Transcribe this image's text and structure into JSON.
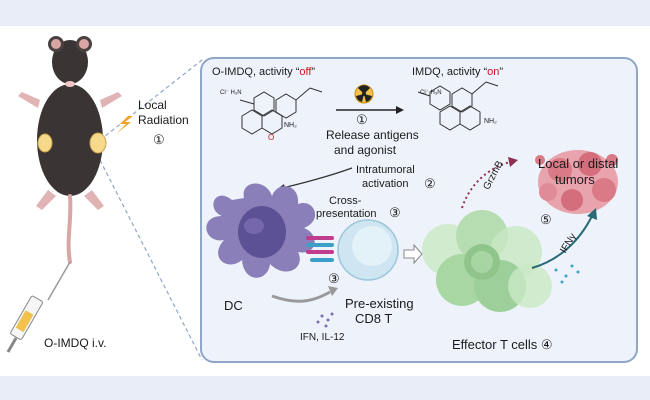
{
  "mouse": {
    "local_radiation": "Local\nRadiation",
    "step_one": "①",
    "injection_label": "O-IMDQ i.v."
  },
  "panel": {
    "oimdq_prefix": "O-IMDQ, activity “",
    "oimdq_state": "off",
    "oimdq_suffix": "”",
    "imdq_prefix": "IMDQ, activity “",
    "imdq_state": "on",
    "imdq_suffix": "”",
    "step1": "①",
    "release": "Release antigens",
    "release2": "and agonist",
    "intratumoral": "Intratumoral",
    "activation": "activation",
    "step2": "②",
    "cross": "Cross-",
    "presentation": "presentation",
    "step3a": "③",
    "step3b": "③",
    "dc": "DC",
    "preexisting": "Pre-existing",
    "cd8": "CD8 T",
    "cytokines": "IFN, IL-12",
    "effector": "Effector T cells",
    "step4": "④",
    "grzmb": "GrzmB",
    "ifng": "IFNγ",
    "step5": "⑤",
    "tumor1": "Local or distal",
    "tumor2": "tumors",
    "chem_nh2": "NH₂",
    "chem_o": "O",
    "chem_cl": "Cl⁻ H₃N"
  },
  "colors": {
    "off_on_red": "#c81818",
    "panel_border": "#8fa6c7",
    "dc_purple": "#8a7fb8",
    "tcell_blue": "#cfe6f2",
    "effector_green": "#9dcf9a",
    "tumor_red": "#d97a86",
    "radiation_orange": "#f2a12a"
  }
}
